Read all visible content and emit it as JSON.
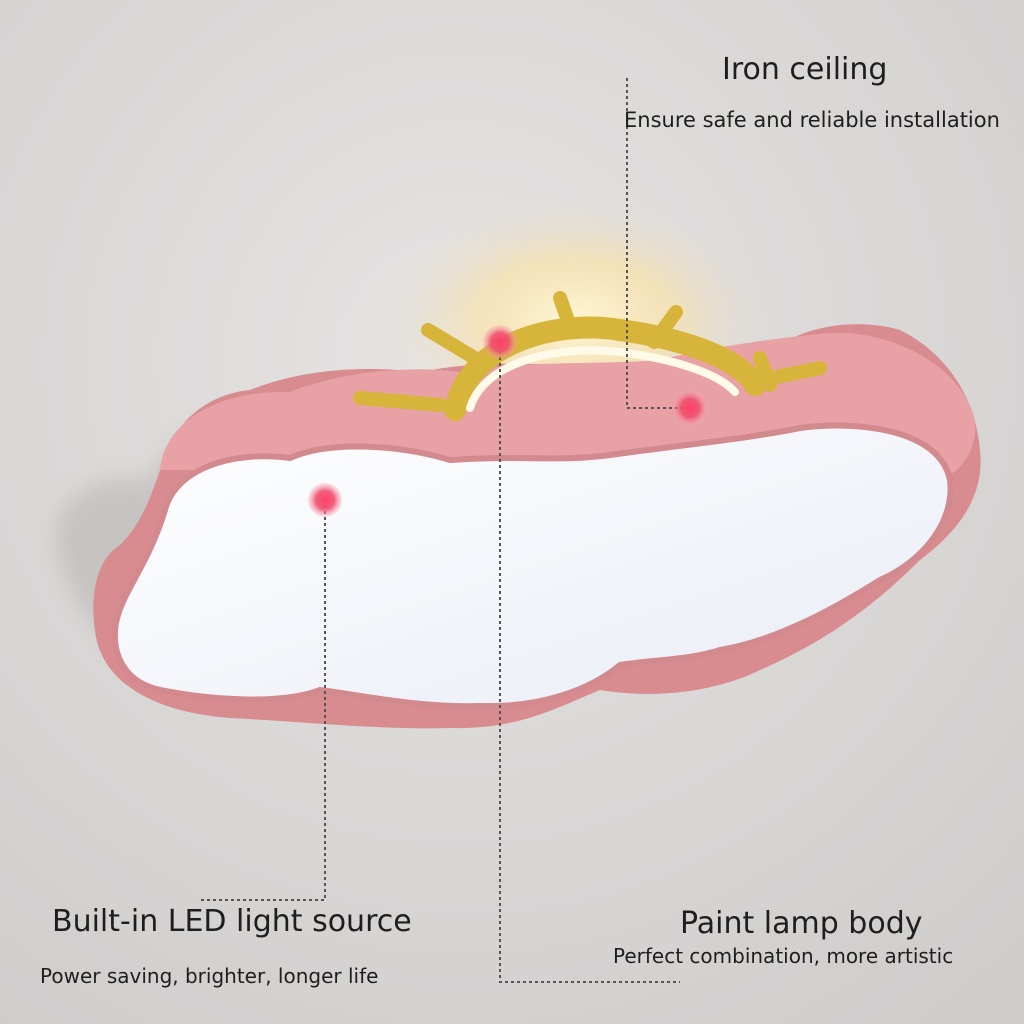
{
  "annotations": {
    "iron_ceiling": {
      "title": "Iron ceiling",
      "subtitle": "Ensure safe and reliable installation"
    },
    "led_source": {
      "title": "Built-in LED light source",
      "subtitle": "Power saving, brighter, longer life"
    },
    "paint_body": {
      "title": "Paint lamp body",
      "subtitle": "Perfect combination, more artistic"
    }
  },
  "colors": {
    "ceiling": "#d9d7d6",
    "lamp_body": "#e29ea0",
    "lamp_face": "#f4f6fb",
    "sun_frame": "#d7b43a",
    "glow": "#fff1c4",
    "marker": "#f0506e",
    "leader_line": "#555555"
  }
}
